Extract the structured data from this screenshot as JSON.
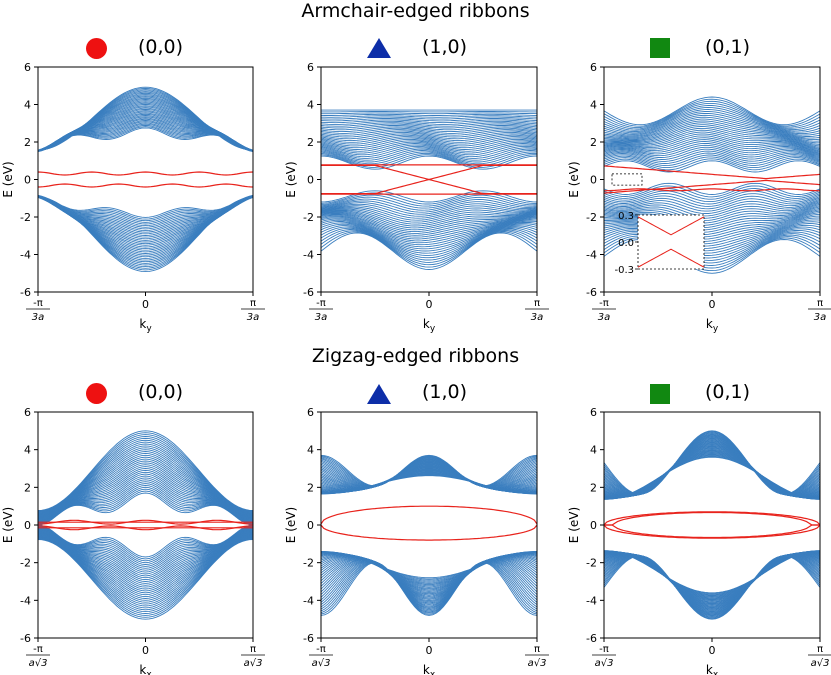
{
  "colors": {
    "bands": "#3a7ebf",
    "edge_states": "#e8231c",
    "circle_marker": "#ee1111",
    "triangle_marker": "#0d2ea8",
    "square_marker": "#118811"
  },
  "sections": {
    "armchair_title": "Armchair-edged ribbons",
    "zigzag_title": "Zigzag-edged ribbons"
  },
  "chart_data": [
    {
      "type": "line",
      "row": "armchair",
      "title": "(0,0)",
      "marker": "circle",
      "ylabel": "E (eV)",
      "xlabel": "k_y",
      "ylim": [
        -6,
        6
      ],
      "yticks": [
        -6,
        -4,
        -2,
        0,
        2,
        4,
        6
      ],
      "xtick_labels": [
        "-π/3a",
        "0",
        "π/3a"
      ],
      "bulk_band_envelope": {
        "upper_max": 5.0,
        "upper_min_edge": 1.2,
        "lower_max": -0.3,
        "lower_min": -5.0
      },
      "edge_states": [
        {
          "description": "upper",
          "e_at_edges": 0.35,
          "e_mid": 0.3
        },
        {
          "description": "lower",
          "e_at_edges": -0.35,
          "e_mid": -0.3
        }
      ]
    },
    {
      "type": "line",
      "row": "armchair",
      "title": "(1,0)",
      "marker": "triangle",
      "ylabel": "E (eV)",
      "xlabel": "k_y",
      "ylim": [
        -6,
        6
      ],
      "yticks": [
        -6,
        -4,
        -2,
        0,
        2,
        4,
        6
      ],
      "xtick_labels": [
        "-π/3a",
        "0",
        "π/3a"
      ],
      "bulk_band_envelope": {
        "upper_max": 3.7,
        "upper_min": 0.9,
        "lower_max": -0.9,
        "lower_min": -4.8
      },
      "edge_states": [
        {
          "description": "crossing",
          "e_at_edges": 0.75,
          "crossing_k": 0.0
        }
      ]
    },
    {
      "type": "line",
      "row": "armchair",
      "title": "(0,1)",
      "marker": "square",
      "ylabel": "E (eV)",
      "xlabel": "k_y",
      "ylim": [
        -6,
        6
      ],
      "yticks": [
        -6,
        -4,
        -2,
        0,
        2,
        4,
        6
      ],
      "xtick_labels": [
        "-π/3a",
        "0",
        "π/3a"
      ],
      "bulk_band_envelope": {
        "upper_max": 4.4,
        "upper_min": 0.7,
        "lower_max": -0.5,
        "lower_min": -5.0
      },
      "edge_states": [
        {
          "description": "gapped crossing",
          "gap": 0.1
        }
      ],
      "inset": {
        "yticks": [
          0.3,
          0.0,
          -0.3
        ],
        "ylim": [
          -0.3,
          0.3
        ]
      }
    },
    {
      "type": "line",
      "row": "zigzag",
      "title": "(0,0)",
      "marker": "circle",
      "ylabel": "E (eV)",
      "xlabel": "k_x",
      "ylim": [
        -6,
        6
      ],
      "yticks": [
        -6,
        -4,
        -2,
        0,
        2,
        4,
        6
      ],
      "xtick_labels": [
        "-π/a√3",
        "0",
        "π/a√3"
      ],
      "bulk_band_envelope": {
        "upper_max": 5.0,
        "upper_min": 0.3,
        "lower_max": -0.3,
        "lower_min": -5.0
      },
      "edge_states": [
        {
          "description": "flat",
          "e": 0.15
        },
        {
          "description": "flat",
          "e": -0.15
        }
      ]
    },
    {
      "type": "line",
      "row": "zigzag",
      "title": "(1,0)",
      "marker": "triangle",
      "ylabel": "E (eV)",
      "xlabel": "k_x",
      "ylim": [
        -6,
        6
      ],
      "yticks": [
        -6,
        -4,
        -2,
        0,
        2,
        4,
        6
      ],
      "xtick_labels": [
        "-π/a√3",
        "0",
        "π/a√3"
      ],
      "bulk_band_envelope": {
        "upper_max": 3.7,
        "upper_min": 1.0,
        "lower_max": -0.8,
        "lower_min": -4.8
      },
      "edge_states": [
        {
          "description": "lens",
          "e_max": 1.0,
          "e_min": -0.8
        }
      ]
    },
    {
      "type": "line",
      "row": "zigzag",
      "title": "(0,1)",
      "marker": "square",
      "ylabel": "E (eV)",
      "xlabel": "k_x",
      "ylim": [
        -6,
        6
      ],
      "yticks": [
        -6,
        -4,
        -2,
        0,
        2,
        4,
        6
      ],
      "xtick_labels": [
        "-π/a√3",
        "0",
        "π/a√3"
      ],
      "bulk_band_envelope": {
        "upper_max": 5.0,
        "upper_min": 0.8,
        "lower_max": -0.8,
        "lower_min": -5.0
      },
      "edge_states": [
        {
          "description": "double lens",
          "e_max": 0.7,
          "e_min": -0.7
        }
      ]
    }
  ]
}
